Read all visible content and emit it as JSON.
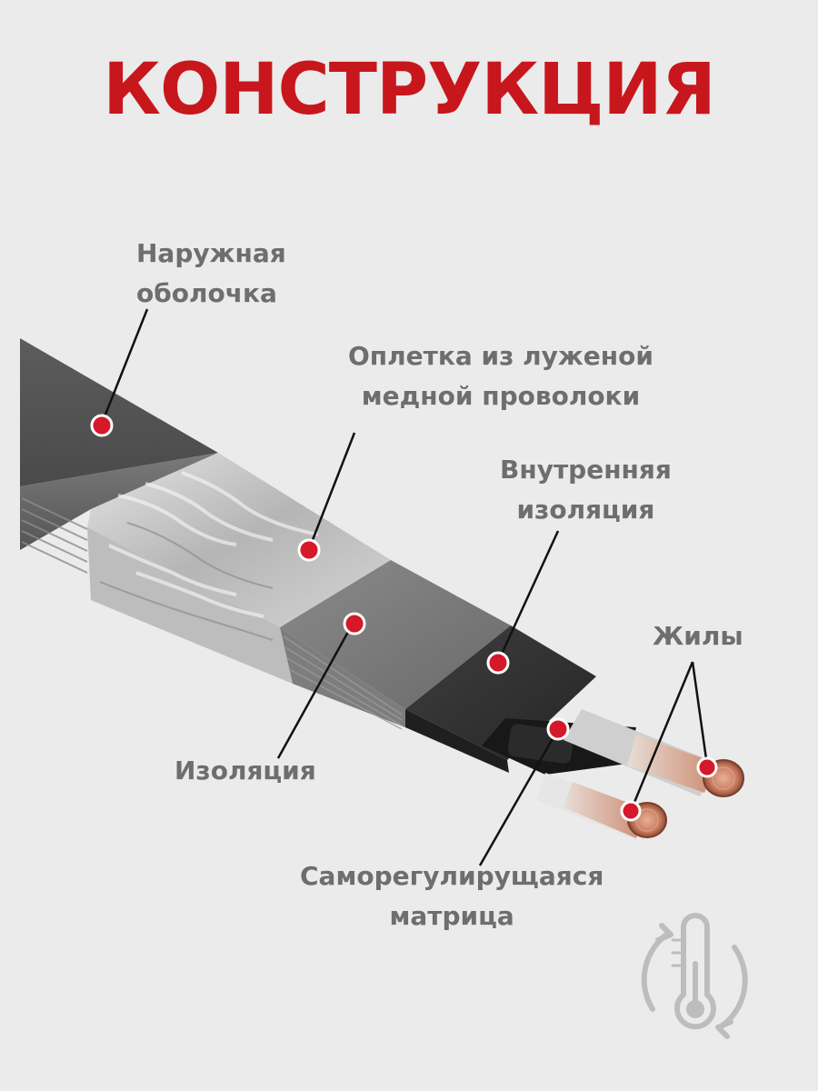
{
  "title": "КОНСТРУКЦИЯ",
  "labels": {
    "outer_sheath": "Наружная\nоболочка",
    "copper_braid": "Оплетка из луженой\nмедной проволоки",
    "inner_insulation": "Внутренняя\nизоляция",
    "conductors": "Жилы",
    "insulation": "Изоляция",
    "matrix": "Саморегулирущаяся\nматрица"
  },
  "icons": {
    "thermo": "thermometer-cycle-icon"
  },
  "colors": {
    "title": "#c8161d",
    "label": "#6e6e6e",
    "marker": "#d5182a",
    "background": "#ebebeb"
  }
}
